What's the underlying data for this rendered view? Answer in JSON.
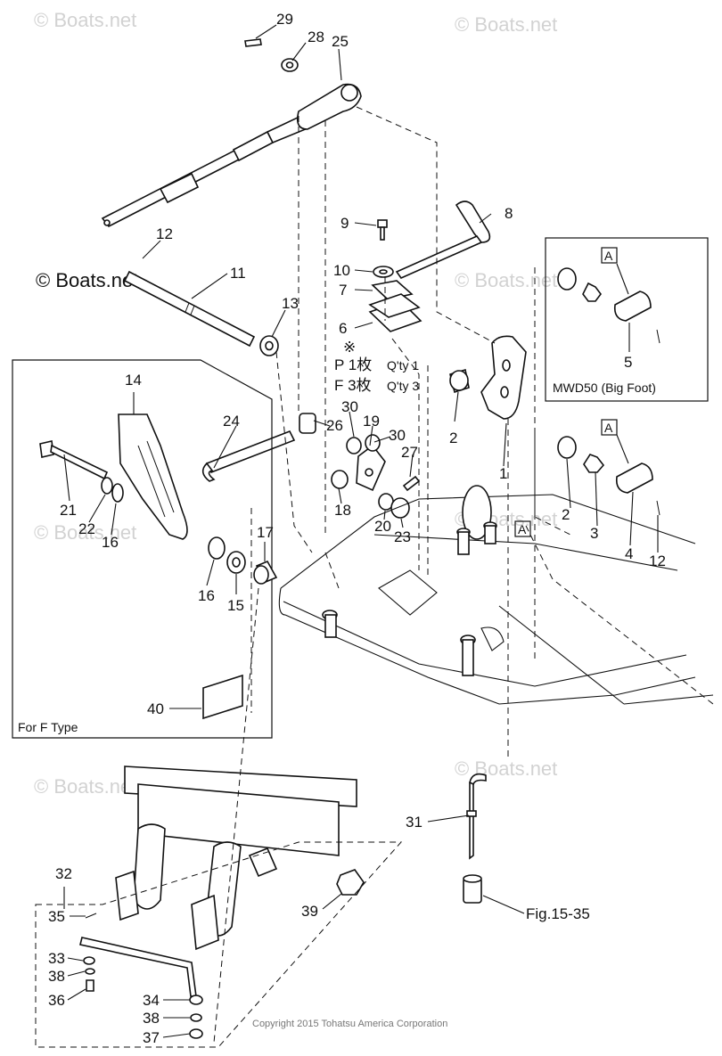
{
  "watermark": {
    "text": "© Boats.net"
  },
  "copyright": "Copyright 2015 Tohatsu America Corporation",
  "callouts": {
    "c1": "1",
    "c2": "2",
    "c2b": "2",
    "c3": "3",
    "c4": "4",
    "c5": "5",
    "c6": "6",
    "c7": "7",
    "c8": "8",
    "c9": "9",
    "c10": "10",
    "c11": "11",
    "c12": "12",
    "c12b": "12",
    "c13": "13",
    "c14": "14",
    "c15": "15",
    "c16": "16",
    "c16b": "16",
    "c17": "17",
    "c18": "18",
    "c19": "19",
    "c20": "20",
    "c21": "21",
    "c22": "22",
    "c23": "23",
    "c24": "24",
    "c25": "25",
    "c26": "26",
    "c27": "27",
    "c28": "28",
    "c29": "29",
    "c30": "30",
    "c30b": "30",
    "c31": "31",
    "c32": "32",
    "c33": "33",
    "c34": "34",
    "c35": "35",
    "c36": "36",
    "c37": "37",
    "c38": "38",
    "c38b": "38",
    "c39": "39",
    "c40": "40"
  },
  "ref_marker": "A",
  "mwd_box_label": "MWD50 (Big Foot)",
  "f_type_box_label": "For F Type",
  "note": {
    "symbol": "※",
    "p_line": "P  1枚",
    "p_qty": "Q'ty 1",
    "f_line": "F  3枚",
    "f_qty": "Q'ty 3"
  },
  "figure_ref": "Fig.15-35"
}
